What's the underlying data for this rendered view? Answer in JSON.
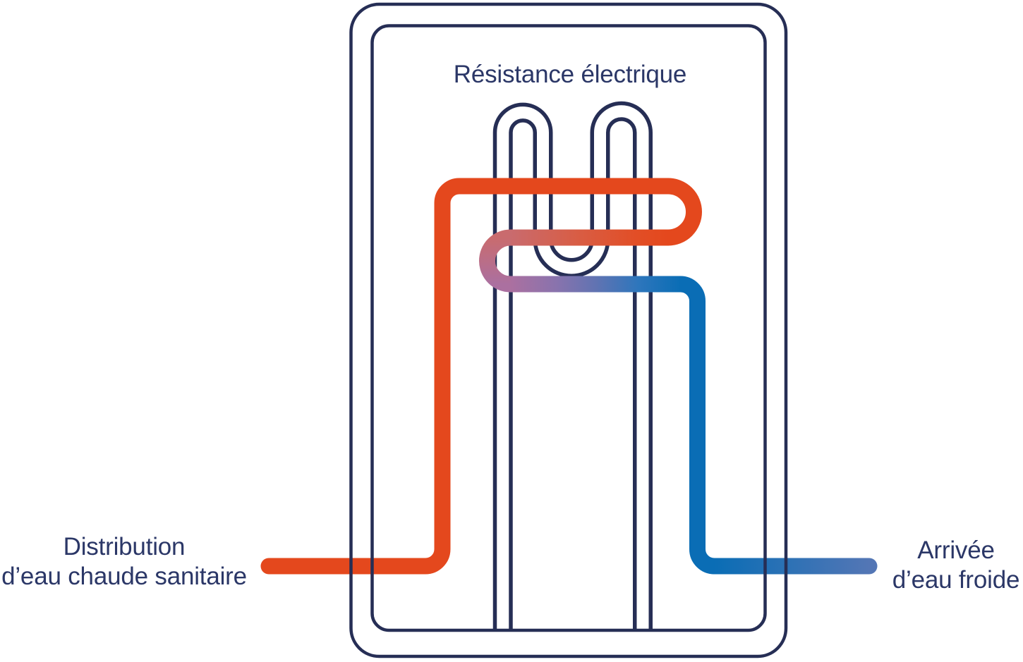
{
  "diagram": {
    "title": "Résistance électrique",
    "labels": {
      "hot_outlet": {
        "line1": "Distribution",
        "line2": "d’eau chaude sanitaire"
      },
      "cold_inlet": {
        "line1": "Arrivée",
        "line2": "d’eau froide"
      }
    },
    "colors": {
      "background": "#FFFFFF",
      "outline_navy": "#262E55",
      "text_navy": "#2B3767",
      "hot_red": "#E4481D",
      "warm_salmon": "#C96B6E",
      "mix_mauve": "#AB70A0",
      "cold_blue": "#0A6DB5",
      "inlet_periwinkle": "#5376B5"
    },
    "gradients": {
      "warm_return": [
        "#E4481D",
        "#E24E26",
        "#D95C42",
        "#C96B6E"
      ],
      "mix_turn": [
        "#C96B6E",
        "#AB70A0"
      ],
      "mix_to_cold": [
        "#AB70A0",
        "#8973AD",
        "#6173B2",
        "#2E76BC",
        "#0A6DB5"
      ],
      "inlet_fade": [
        "#0A6DB5",
        "#5376B5"
      ]
    }
  }
}
